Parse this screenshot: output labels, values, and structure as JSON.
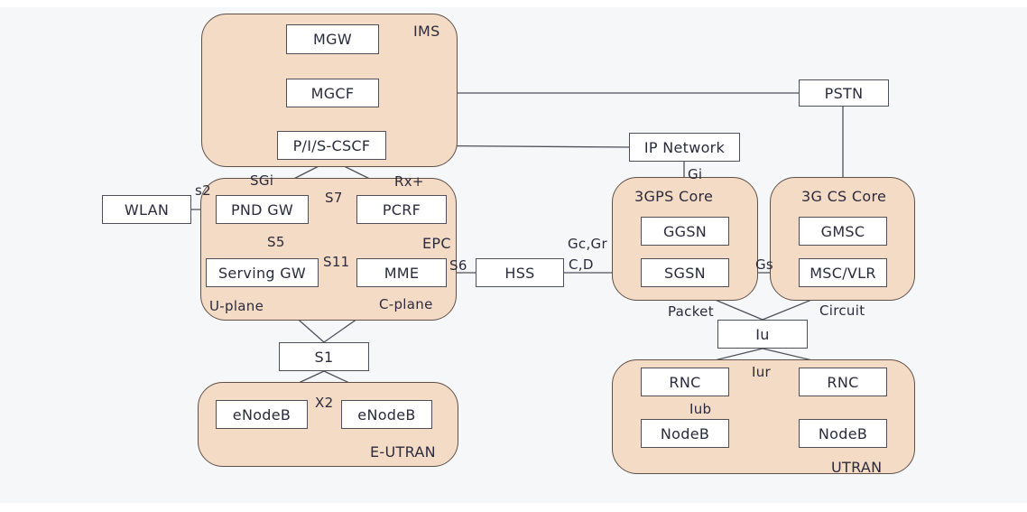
{
  "diagram_title": "LTE / IMS network architecture diagram",
  "colors": {
    "group_fill": "#f4dbc5",
    "group_border": "#5f5049",
    "box_fill": "#ffffff",
    "box_border": "#4f4f5a",
    "line": "#50505c",
    "text": "#2b2b3d",
    "background": "#f5f7f8"
  },
  "groups": {
    "ims": "IMS",
    "epc": "EPC",
    "eutran": "E-UTRAN",
    "ps_core": "3GPS Core",
    "cs_core": "3G CS Core",
    "utran": "UTRAN"
  },
  "nodes": {
    "mgw": "MGW",
    "mgcf": "MGCF",
    "cscf": "P/I/S-CSCF",
    "wlan": "WLAN",
    "pnd_gw": "PND GW",
    "pcrf": "PCRF",
    "serving_gw": "Serving GW",
    "mme": "MME",
    "hss": "HSS",
    "s1": "S1",
    "enodeb_left": "eNodeB",
    "enodeb_right": "eNodeB",
    "ip_network": "IP Network",
    "pstn": "PSTN",
    "ggsn": "GGSN",
    "sgsn": "SGSN",
    "gmsc": "GMSC",
    "msc_vlr": "MSC/VLR",
    "iu": "Iu",
    "rnc_left": "RNC",
    "rnc_right": "RNC",
    "nodeb_left": "NodeB",
    "nodeb_right": "NodeB"
  },
  "edge_labels": {
    "s2": "s2",
    "sgi": "SGi",
    "rx_plus": "Rx+",
    "s7": "S7",
    "s5": "S5",
    "s11": "S11",
    "s6": "S6",
    "u_plane": "U-plane",
    "c_plane": "C-plane",
    "x2": "X2",
    "gi": "Gi",
    "gc_gr": "Gc,Gr",
    "c_d": "C,D",
    "gs": "Gs",
    "packet": "Packet",
    "circuit": "Circuit",
    "iur": "Iur",
    "iub": "Iub"
  }
}
